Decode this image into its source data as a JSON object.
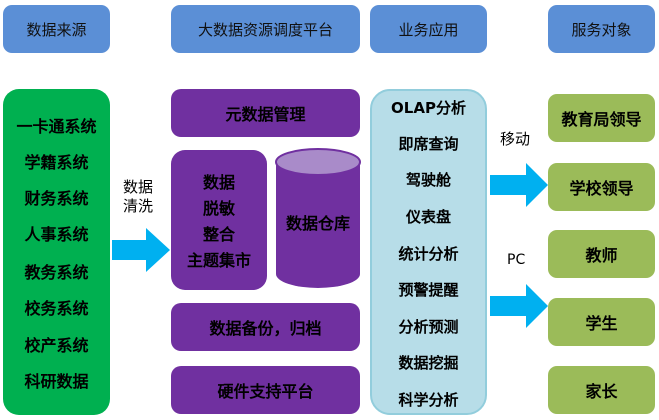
{
  "headers": {
    "data_source": "数据来源",
    "platform": "大数据资源调度平台",
    "business_app": "业务应用",
    "service_target": "服务对象"
  },
  "data_sources": [
    "一卡通系统",
    "学籍系统",
    "财务系统",
    "人事系统",
    "教务系统",
    "校务系统",
    "校产系统",
    "科研数据"
  ],
  "cleaning_label": [
    "数据",
    "清洗"
  ],
  "platform": {
    "metadata": "元数据管理",
    "processing": [
      "数据",
      "脱敏",
      "整合",
      "主题集市"
    ],
    "warehouse": "数据仓库",
    "backup": "数据备份，归档",
    "hardware": "硬件支持平台"
  },
  "applications": [
    "OLAP分析",
    "即席查询",
    "驾驶舱",
    "仪表盘",
    "统计分析",
    "预警提醒",
    "分析预测",
    "数据挖掘",
    "科学分析"
  ],
  "channels": {
    "mobile": "移动",
    "pc": "PC"
  },
  "targets": [
    "教育局领导",
    "学校领导",
    "教师",
    "学生",
    "家长"
  ],
  "colors": {
    "header": "#5b8fd6",
    "source_panel": "#00b050",
    "platform": "#7030a0",
    "warehouse_top": "#a98bc9",
    "apps_panel": "#b7dde8",
    "target": "#9bbb59",
    "arrow": "#00b0f0"
  }
}
